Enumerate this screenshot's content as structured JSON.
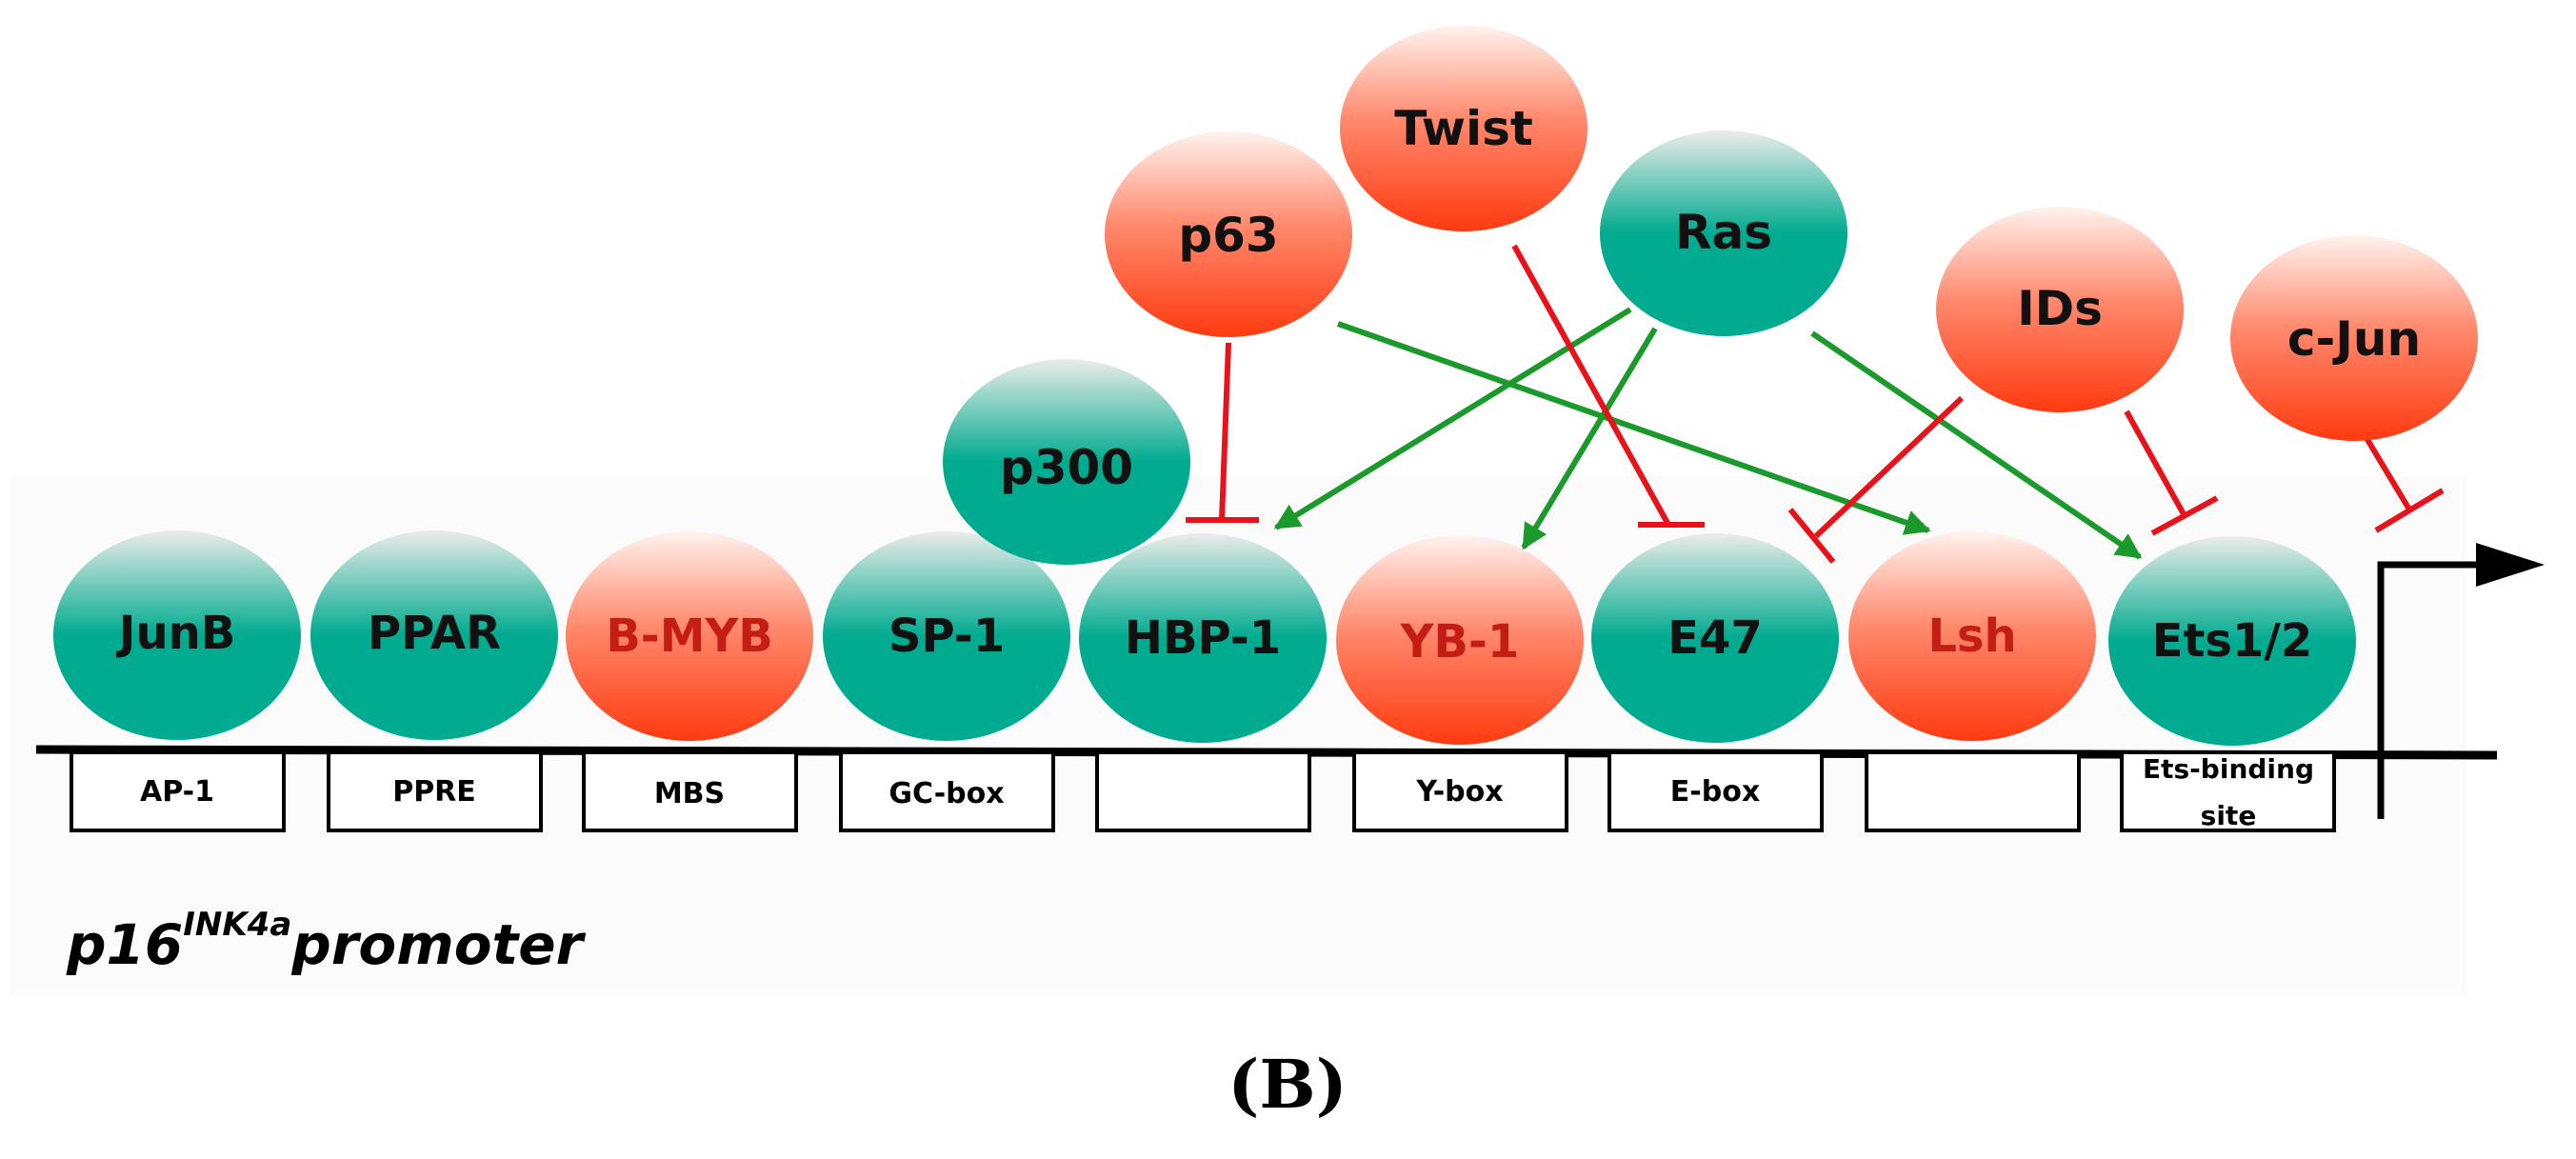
{
  "colors": {
    "teal": "#00ab8f",
    "teal_top": "#e9e9e6",
    "red": "#ff3d14",
    "red_top": "#fff2ee",
    "activation_arrow": "#1a9a2a",
    "inhibition_line": "#e8131a",
    "dark_red_text": "#c41e14",
    "black": "#000000"
  },
  "factors": {
    "junb": "JunB",
    "ppar": "PPAR",
    "bmyb": "B-MYB",
    "sp1": "SP-1",
    "hbp1": "HBP-1",
    "yb1": "YB-1",
    "e47": "E47",
    "lsh": "Lsh",
    "ets": "Ets1/2",
    "p300": "p300",
    "p63": "p63",
    "twist": "Twist",
    "ras": "Ras",
    "ids": "IDs",
    "cjun": "c-Jun"
  },
  "binding_sites": {
    "ap1": "AP-1",
    "ppre": "PPRE",
    "mbs": "MBS",
    "gcbox": "GC-box",
    "hbp1_site": "",
    "ybox": "Y-box",
    "ebox": "E-box",
    "lsh_site": "",
    "ets_line1": "Ets-binding",
    "ets_line2": "site"
  },
  "promoter": {
    "gene": "p16",
    "superscript": "INK4a",
    "word": "promoter"
  },
  "panel_label": "(B)"
}
